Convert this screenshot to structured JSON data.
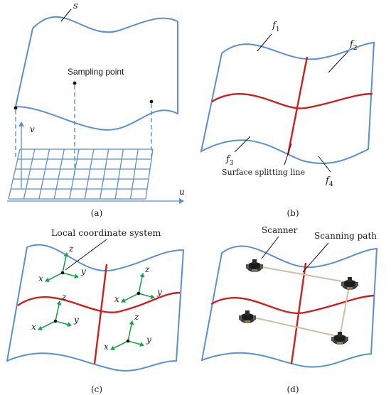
{
  "panels": {
    "a": {
      "label": "(a)",
      "surface_label": "s",
      "sampling_label": "Sampling point",
      "v_label": "v",
      "u_label": "u"
    },
    "b": {
      "label": "(b)",
      "f1": "f",
      "f1_sub": "1",
      "f2": "f",
      "f2_sub": "2",
      "f3": "f",
      "f3_sub": "3",
      "f4": "f",
      "f4_sub": "4",
      "split_label": "Surface splitting line"
    },
    "c": {
      "label": "(c)",
      "lcs_label": "Local coordinate system",
      "x": "x",
      "y": "y",
      "z": "z"
    },
    "d": {
      "label": "(d)",
      "scanner_label": "Scanner",
      "path_label": "Scanning path"
    }
  },
  "colors": {
    "surface_edge": "#5b8fd0",
    "split_line": "#cc1f1f",
    "axes": "#18a34a",
    "scan_path": "#cdbfa2"
  }
}
